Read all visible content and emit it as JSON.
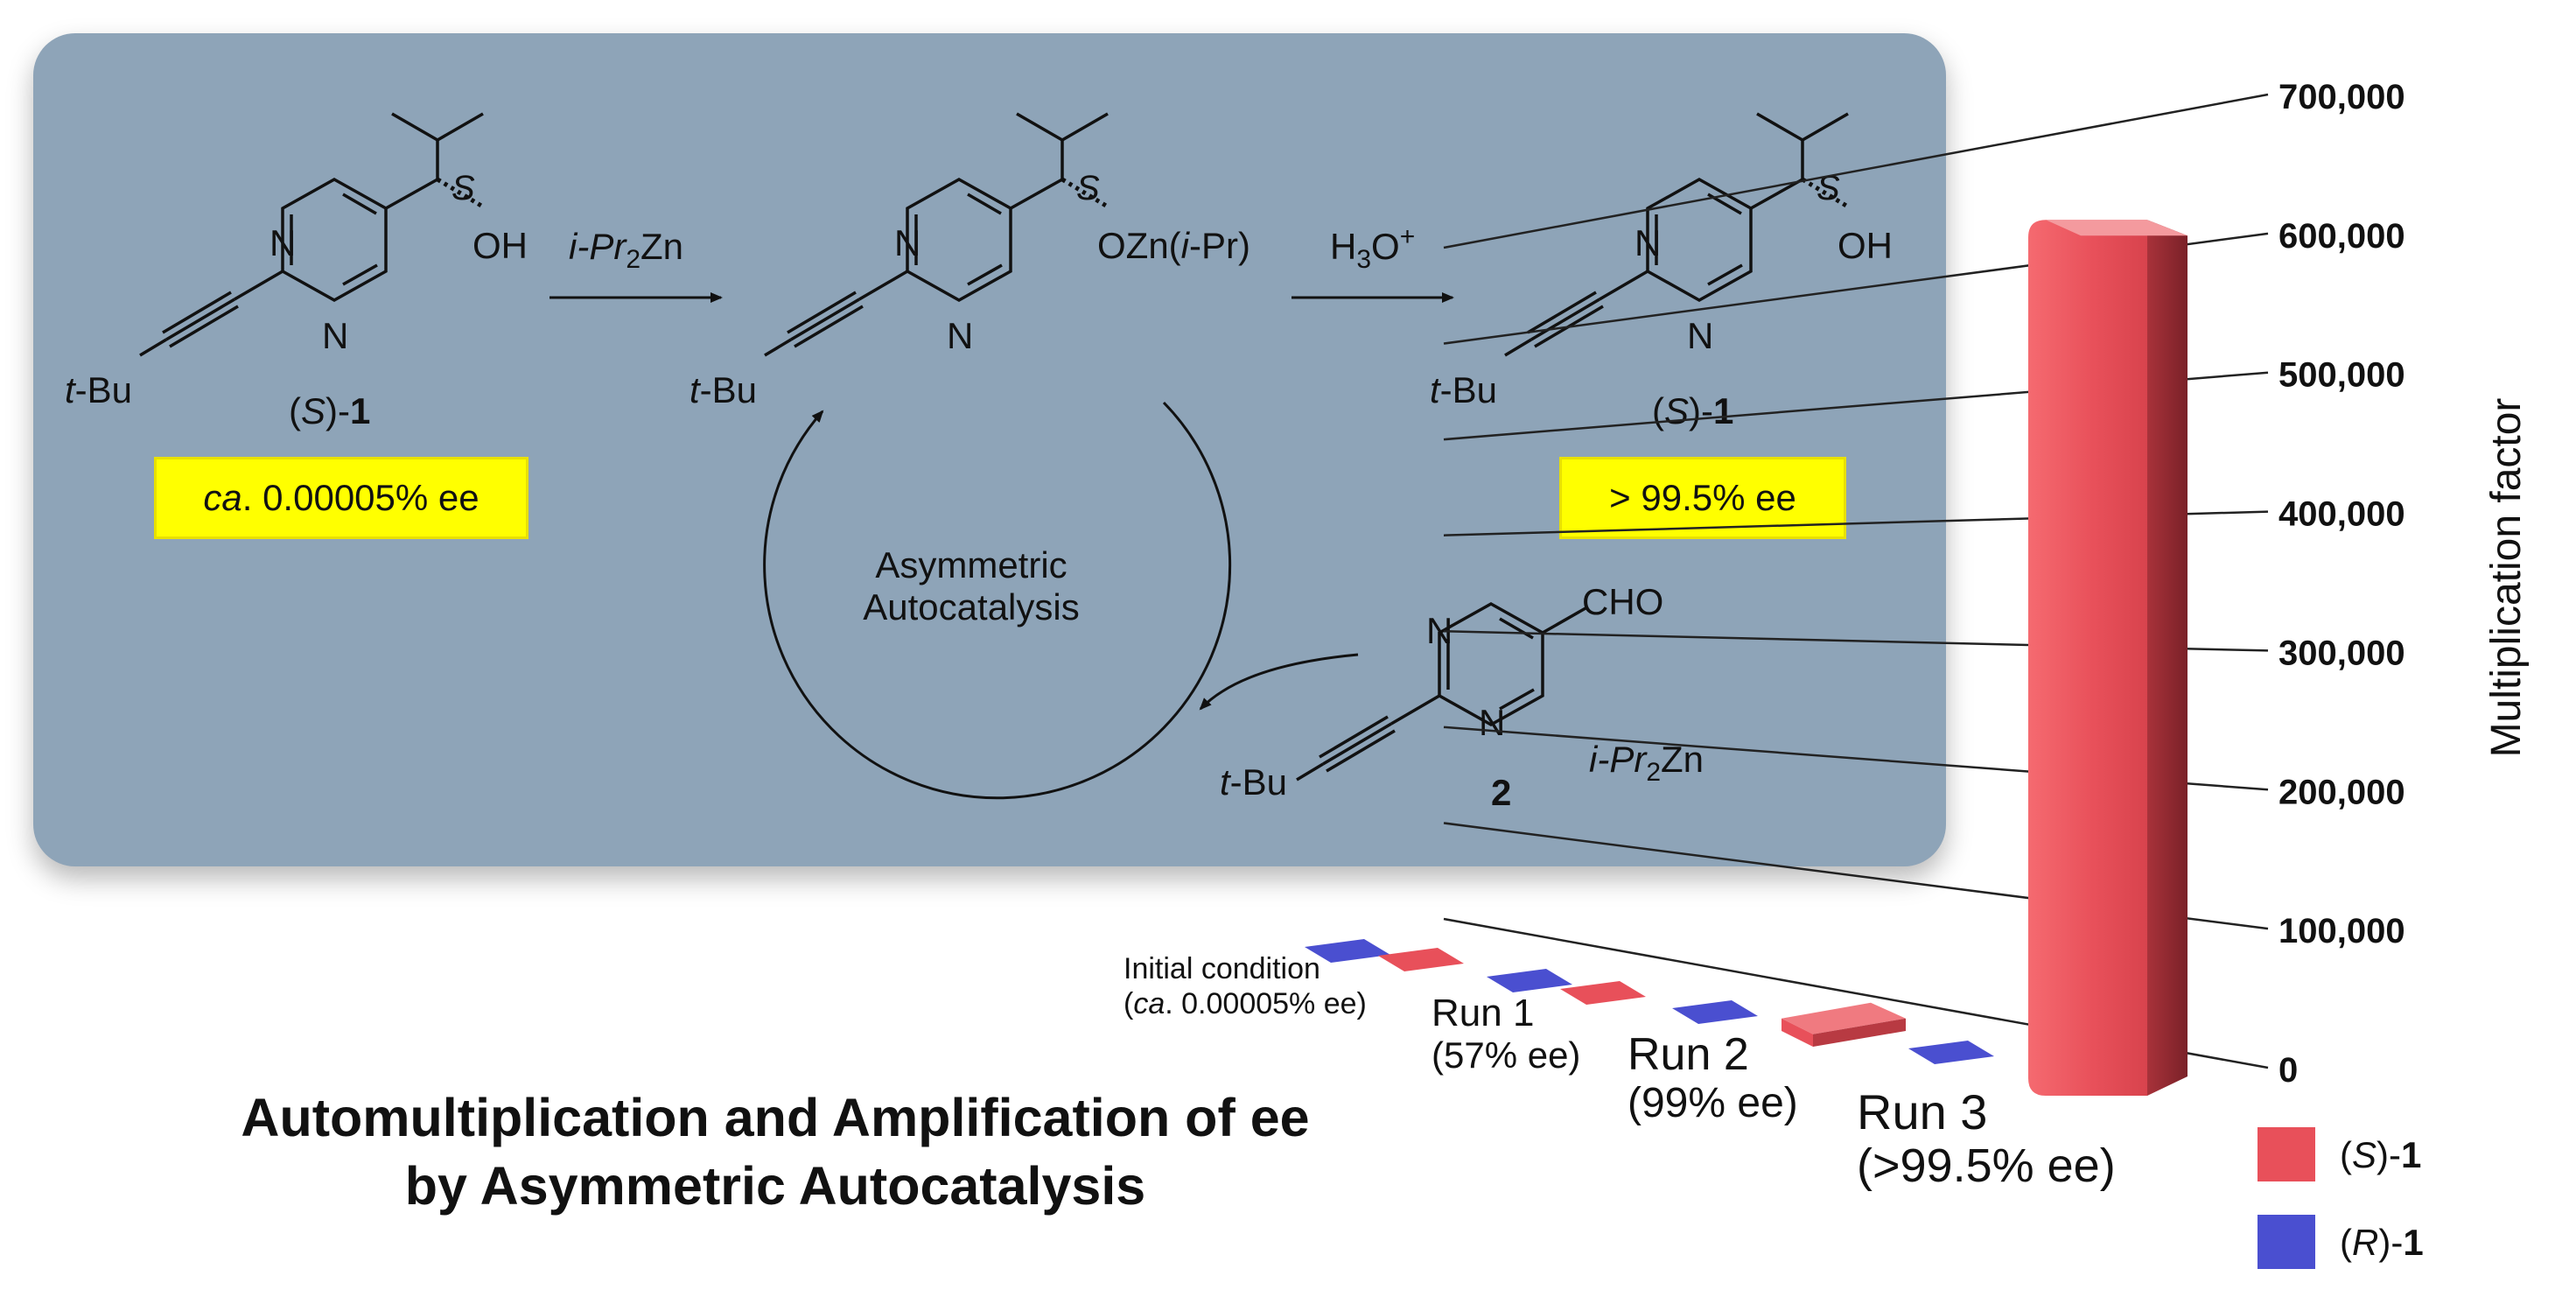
{
  "title": {
    "line1": "Automultiplication and Amplification of ee",
    "line2": "by Asymmetric Autocatalysis"
  },
  "scheme": {
    "reagent_1": "i-Pr",
    "reagent_1_sub": "2",
    "reagent_1_tail": "Zn",
    "reagent_2": "H",
    "reagent_2_sub": "3",
    "reagent_2_tail": "O",
    "reagent_2_sup": "+",
    "start_label_open": "(",
    "start_label_S": "S",
    "start_label_close": ")-",
    "start_label_num": "1",
    "start_ee_ca": "ca",
    "start_ee_rest": ". 0.00005% ee",
    "product_ee": "> 99.5% ee",
    "cycle_label_1": "Asymmetric",
    "cycle_label_2": "Autocatalysis",
    "compound2_label": "2",
    "compound2_reagent": "i-Pr",
    "compound2_reagent_sub": "2",
    "compound2_reagent_tail": "Zn",
    "atom_N": "N",
    "atom_S": "S",
    "group_OH": "OH",
    "group_OZn_1": "OZn(",
    "group_OZn_i": "i",
    "group_OZn_2": "-Pr)",
    "group_tBu_t": "t",
    "group_tBu_rest": "-Bu",
    "group_CHO": "CHO"
  },
  "chart_data": {
    "type": "bar",
    "ylabel": "Multiplication factor",
    "ylim": [
      0,
      700000
    ],
    "y_ticks": [
      "0",
      "100,000",
      "200,000",
      "300,000",
      "400,000",
      "500,000",
      "600,000",
      "700,000"
    ],
    "categories": [
      {
        "line1": "Initial condition",
        "line2_italic": "ca",
        "line2_rest": ". 0.00005% ee)",
        "line2_open": "("
      },
      {
        "line1": "Run 1",
        "line2": "(57% ee)"
      },
      {
        "line1": "Run 2",
        "line2": "(99% ee)"
      },
      {
        "line1": "Run 3",
        "line2": "(>99.5% ee)"
      }
    ],
    "series": [
      {
        "name": "(S)-1",
        "name_open": "(",
        "name_S": "S",
        "name_close": ")-",
        "name_num": "1",
        "color": "#e8505a",
        "values": [
          1,
          2,
          9000,
          630000
        ]
      },
      {
        "name": "(R)-1",
        "name_open": "(",
        "name_S": "R",
        "name_close": ")-",
        "name_num": "1",
        "color": "#4a4fd0",
        "values": [
          1,
          1,
          1,
          1
        ]
      }
    ]
  }
}
